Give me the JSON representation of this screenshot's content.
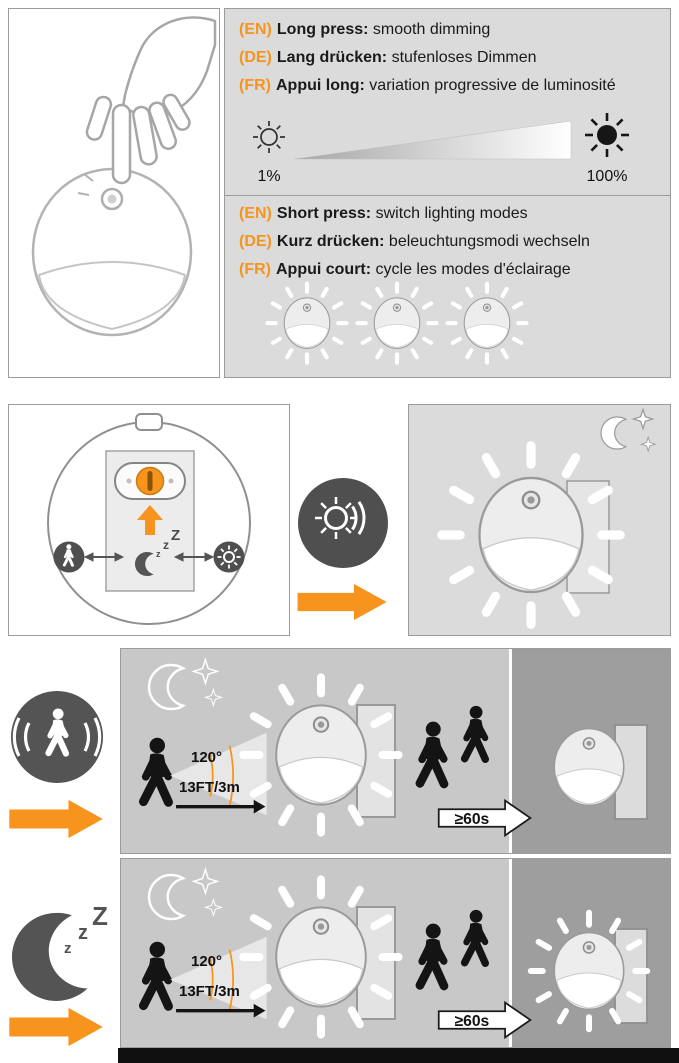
{
  "colors": {
    "accent": "#F7941D",
    "panel_gray": "#DBDBDB",
    "row_gray": "#C8C8C8",
    "row_dark_gray": "#9E9E9E",
    "icon_dark": "#545454"
  },
  "instructions": {
    "long_press": {
      "lines": [
        {
          "tag": "(EN)",
          "bold": "Long press:",
          "rest": " smooth dimming"
        },
        {
          "tag": "(DE)",
          "bold": "Lang drücken:",
          "rest": " stufenloses Dimmen"
        },
        {
          "tag": "(FR)",
          "bold": "Appui long:",
          "rest": " variation progressive de luminosité"
        }
      ],
      "min_label": "1%",
      "max_label": "100%"
    },
    "short_press": {
      "lines": [
        {
          "tag": "(EN)",
          "bold": "Short press:",
          "rest": " switch lighting modes"
        },
        {
          "tag": "(DE)",
          "bold": "Kurz drücken:",
          "rest": " beleuchtungsmodi wechseln"
        },
        {
          "tag": "(FR)",
          "bold": "Appui court:",
          "rest": " cycle les modes d'éclairage"
        }
      ]
    }
  },
  "mode_dial": {
    "zzz": [
      "z",
      "z",
      "Z"
    ]
  },
  "rows": [
    {
      "mode": "motion-sensor",
      "angle": "120°",
      "range": "13FT/3m",
      "duration": "≥60s"
    },
    {
      "mode": "sleep-mode",
      "angle": "120°",
      "range": "13FT/3m",
      "duration": "≥60s"
    }
  ],
  "icons": {
    "hand": "hand-press-icon",
    "dim_sun": "dim-sun-icon",
    "bright_sun": "bright-sun-icon",
    "lamp": "night-light-icon",
    "rays": "glow-rays-icon",
    "moon": "moon-icon",
    "star": "star-icon",
    "walker": "walking-person-icon",
    "motion": "motion-sensor-icon",
    "light_sensor": "light-sensor-icon",
    "sleep": "sleep-zzz-icon",
    "cone": "detection-cone-icon",
    "arrow": "orange-arrow-icon"
  }
}
